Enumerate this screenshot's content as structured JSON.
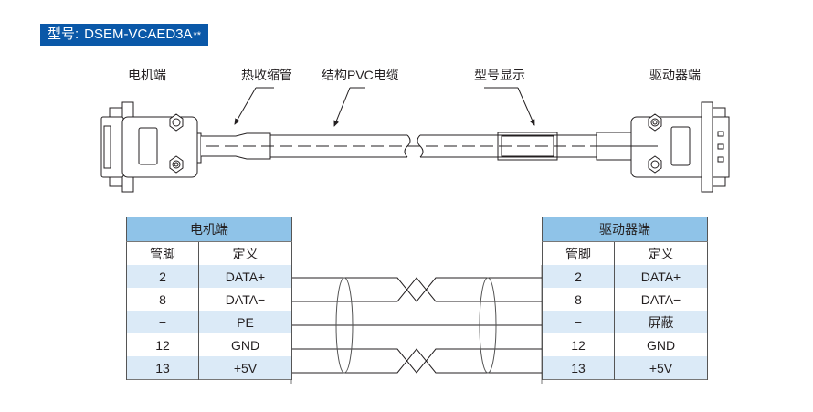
{
  "title": {
    "prefix": "型号:",
    "model": "DSEM-VCAED3A",
    "suffix": "**"
  },
  "callouts": {
    "motor_end": "电机端",
    "heat_shrink": "热收缩管",
    "pvc_cable": "结构PVC电缆",
    "model_display": "型号显示",
    "drive_end": "驱动器端"
  },
  "colors": {
    "title_bg": "#0a58a8",
    "table_header_bg": "#8fc3e8",
    "table_row_alt_bg": "#dbeaf7",
    "line": "#231f20"
  },
  "motor_table": {
    "title": "电机端",
    "columns": [
      "管脚",
      "定义"
    ],
    "rows": [
      [
        "2",
        "DATA+"
      ],
      [
        "8",
        "DATA−"
      ],
      [
        "−",
        "PE"
      ],
      [
        "12",
        "GND"
      ],
      [
        "13",
        "+5V"
      ]
    ]
  },
  "drive_table": {
    "title": "驱动器端",
    "columns": [
      "管脚",
      "定义"
    ],
    "rows": [
      [
        "2",
        "DATA+"
      ],
      [
        "8",
        "DATA−"
      ],
      [
        "−",
        "屏蔽"
      ],
      [
        "12",
        "GND"
      ],
      [
        "13",
        "+5V"
      ]
    ]
  },
  "wiring": {
    "twisted_pairs": [
      [
        "DATA+",
        "DATA−"
      ],
      [
        "GND",
        "+5V"
      ]
    ],
    "straight": [
      "PE/屏蔽"
    ]
  }
}
